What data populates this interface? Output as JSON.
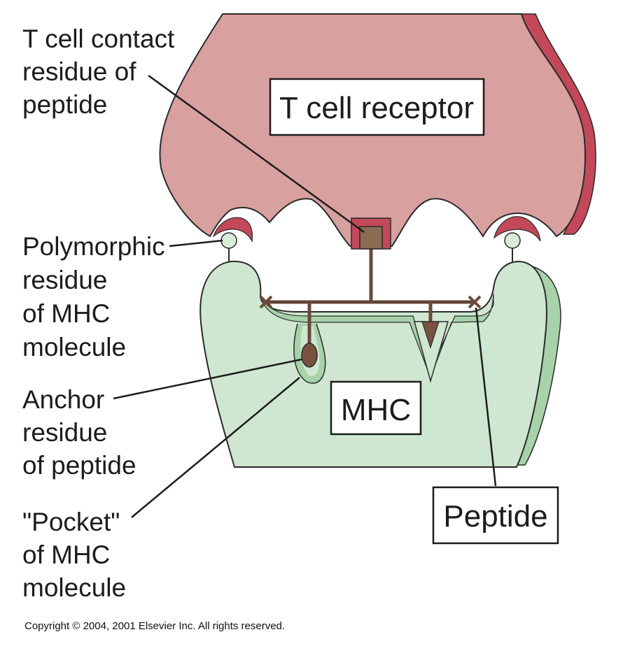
{
  "labels": {
    "tcell_contact": [
      "T cell contact",
      "residue of",
      "peptide"
    ],
    "polymorphic": [
      "Polymorphic",
      "residue",
      "of MHC",
      "molecule"
    ],
    "anchor": [
      "Anchor",
      "residue",
      "of peptide"
    ],
    "pocket": [
      "\"Pocket\"",
      "of MHC",
      "molecule"
    ]
  },
  "boxes": {
    "tcr": "T cell receptor",
    "mhc": "MHC",
    "peptide": "Peptide"
  },
  "copyright": "Copyright © 2004, 2001 Elsevier Inc. All rights reserved.",
  "colors": {
    "tcr_fill": "#d9a0a0",
    "tcr_dark": "#c2485a",
    "mhc_fill": "#cfe7d0",
    "mhc_dark": "#a8d2aa",
    "peptide": "#6b4a3a",
    "outline": "#2a2a2a"
  }
}
